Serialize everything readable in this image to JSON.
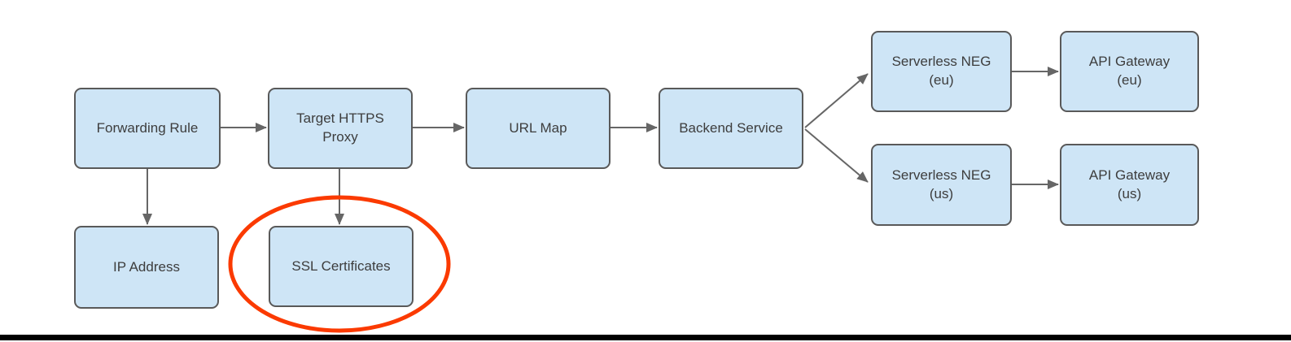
{
  "diagram": {
    "nodes": {
      "forwarding_rule": {
        "label": "Forwarding Rule"
      },
      "target_https_proxy": {
        "line1": "Target HTTPS",
        "line2": "Proxy"
      },
      "url_map": {
        "label": "URL Map"
      },
      "backend_service": {
        "label": "Backend Service"
      },
      "serverless_neg_eu": {
        "line1": "Serverless NEG",
        "line2": "(eu)"
      },
      "api_gateway_eu": {
        "line1": "API Gateway",
        "line2": "(eu)"
      },
      "serverless_neg_us": {
        "line1": "Serverless NEG",
        "line2": "(us)"
      },
      "api_gateway_us": {
        "line1": "API Gateway",
        "line2": "(us)"
      },
      "ip_address": {
        "label": "IP Address"
      },
      "ssl_certificates": {
        "label": "SSL Certificates"
      }
    },
    "connections": [
      {
        "from": "Forwarding Rule",
        "to": "Target HTTPS Proxy"
      },
      {
        "from": "Forwarding Rule",
        "to": "IP Address"
      },
      {
        "from": "Target HTTPS Proxy",
        "to": "URL Map"
      },
      {
        "from": "Target HTTPS Proxy",
        "to": "SSL Certificates"
      },
      {
        "from": "URL Map",
        "to": "Backend Service"
      },
      {
        "from": "Backend Service",
        "to": "Serverless NEG (eu)"
      },
      {
        "from": "Backend Service",
        "to": "Serverless NEG (us)"
      },
      {
        "from": "Serverless NEG (eu)",
        "to": "API Gateway (eu)"
      },
      {
        "from": "Serverless NEG (us)",
        "to": "API Gateway (us)"
      }
    ],
    "highlight": {
      "shape": "ellipse",
      "around": "SSL Certificates"
    },
    "colors": {
      "node_fill": "#cee5f6",
      "node_border": "#595959",
      "text": "#3d3d3d",
      "arrow": "#666666",
      "highlight": "#fb3a00",
      "bottom_bar": "#000000"
    }
  }
}
